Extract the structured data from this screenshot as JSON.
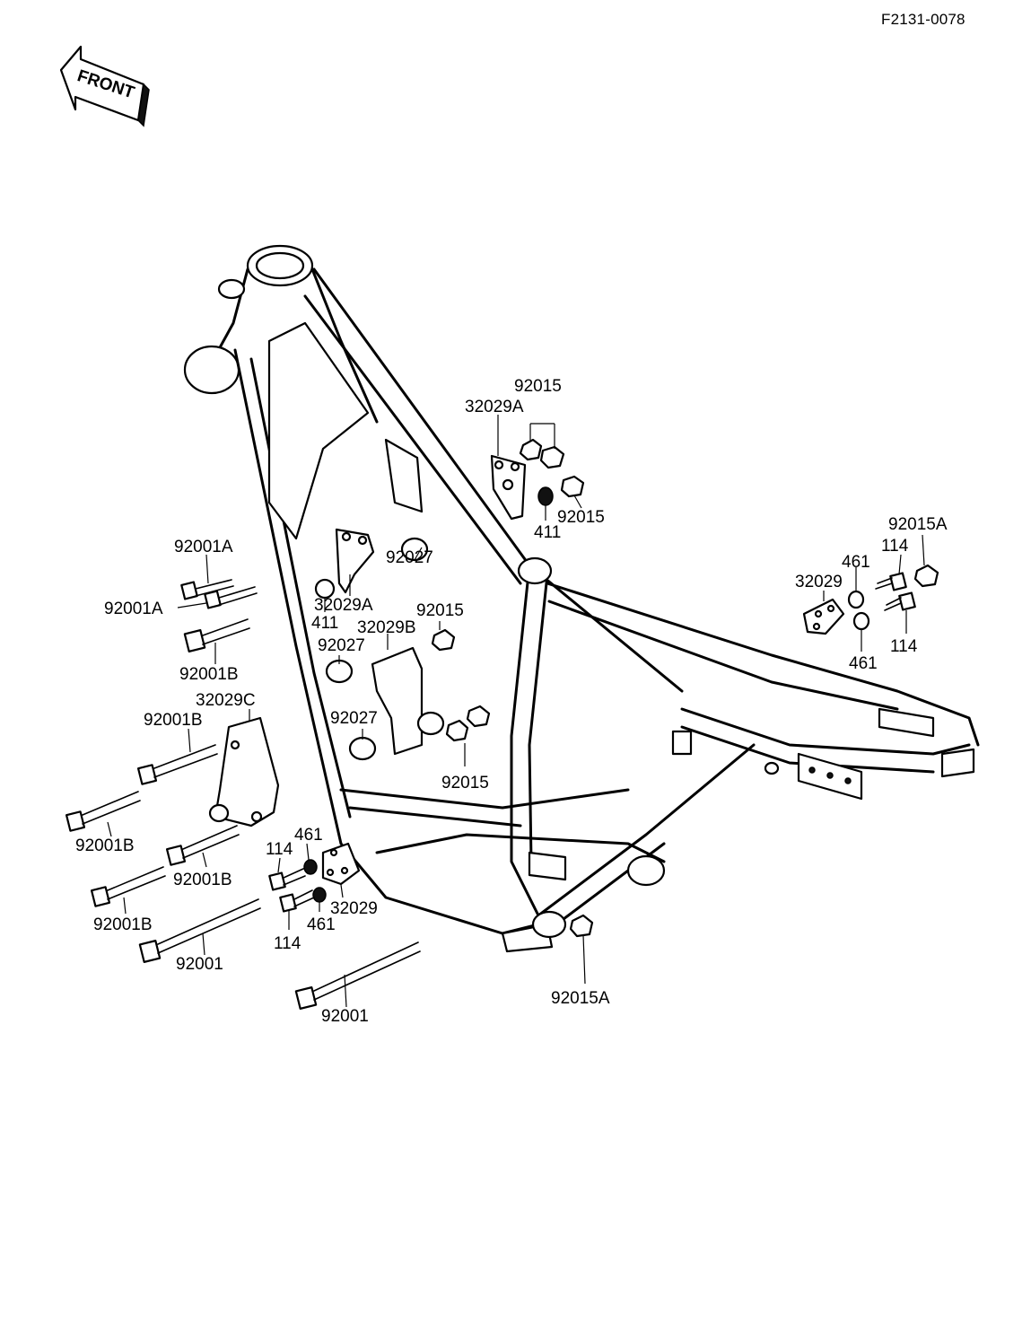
{
  "document_code": "F2131-0078",
  "front_arrow": {
    "label": "FRONT",
    "icon": "front-arrow-icon"
  },
  "parts": {
    "p_92015_top": "92015",
    "p_32029A_top": "32029A",
    "p_92015_mid": "92015",
    "p_411_top": "411",
    "p_92001A_1": "92001A",
    "p_92001A_2": "92001A",
    "p_92027_1": "92027",
    "p_32029A_mid": "32029A",
    "p_411_mid": "411",
    "p_92015_right": "92015",
    "p_32029B": "32029B",
    "p_92001B_1": "92001B",
    "p_92027_2": "92027",
    "p_32029C": "32029C",
    "p_92001B_2": "92001B",
    "p_92027_3": "92027",
    "p_92015_low": "92015",
    "p_92001B_3": "92001B",
    "p_92001B_4": "92001B",
    "p_92001B_5": "92001B",
    "p_114_1": "114",
    "p_461_1": "461",
    "p_32029_low": "32029",
    "p_114_2": "114",
    "p_461_2": "461",
    "p_92001_1": "92001",
    "p_92001_2": "92001",
    "p_92015A_low": "92015A",
    "p_92015A_right": "92015A",
    "p_114_3": "114",
    "p_461_3": "461",
    "p_32029_right": "32029",
    "p_114_4": "114",
    "p_461_4": "461"
  }
}
